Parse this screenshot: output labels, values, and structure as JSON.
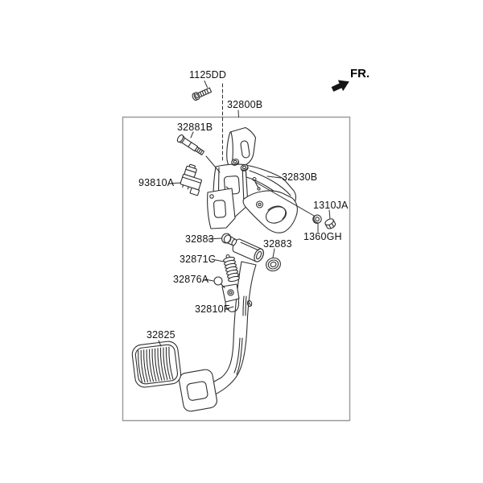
{
  "direction": {
    "label": "FR."
  },
  "parts": {
    "flange_bolt": "1125DD",
    "assembly": "32800B",
    "member": "32881B",
    "stop_lamp_switch": "93810A",
    "bracket": "32830B",
    "nut": "1310JA",
    "washer": "1360GH",
    "bushing_upper": "32883",
    "bushing_lower": "32883",
    "spring": "32871C",
    "stopper": "32876A",
    "pedal_arm": "32810F",
    "pedal_pad": "32825"
  },
  "colors": {
    "background": "#ffffff",
    "line": "#2f2f2f",
    "border_box": "#9a9a9a",
    "text": "#111111",
    "arrow": "#151515"
  }
}
